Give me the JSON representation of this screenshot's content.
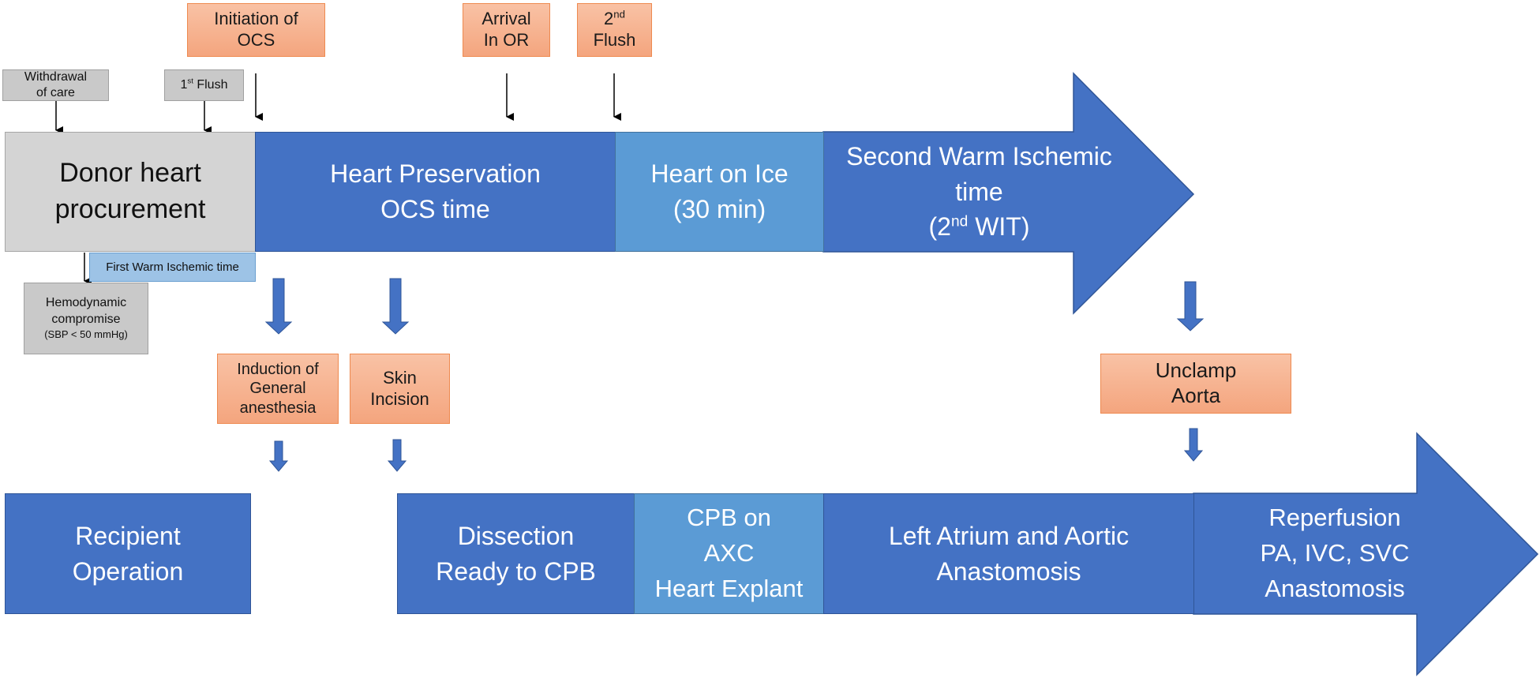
{
  "events_top": {
    "initiation_ocs": [
      "Initiation of",
      "OCS"
    ],
    "arrival_or": [
      "Arrival",
      "In OR"
    ],
    "second_flush": {
      "num": "2",
      "sup": "nd",
      "label": "Flush"
    },
    "withdrawal": [
      "Withdrawal",
      "of care"
    ],
    "first_flush": {
      "num": "1",
      "sup": "st",
      "label": " Flush"
    }
  },
  "donor_timeline": {
    "donor": [
      "Donor heart",
      "procurement"
    ],
    "preservation": [
      "Heart Preservation",
      "OCS time"
    ],
    "ice": [
      "Heart on Ice",
      "(30 min)"
    ],
    "second_wit": {
      "line1": "Second Warm Ischemic",
      "line2": "time",
      "prefix": "(2",
      "sup": "nd",
      "suffix": " WIT)"
    },
    "first_wit_label": "First Warm Ischemic time",
    "hemodynamic": {
      "line1": "Hemodynamic",
      "line2": "compromise",
      "line3": "(SBP < 50 mmHg)"
    }
  },
  "events_mid": {
    "induction": [
      "Induction of",
      "General",
      "anesthesia"
    ],
    "skin": [
      "Skin",
      "Incision"
    ],
    "unclamp": [
      "Unclamp",
      "Aorta"
    ]
  },
  "recipient_timeline": {
    "recipient": [
      "Recipient",
      "Operation"
    ],
    "dissection": [
      "Dissection",
      "Ready to CPB"
    ],
    "cpb": [
      "CPB on",
      "AXC",
      "Heart Explant"
    ],
    "left_atrium": [
      "Left Atrium and Aortic",
      "Anastomosis"
    ],
    "reperfusion": [
      "Reperfusion",
      "PA, IVC, SVC",
      "Anastomosis"
    ]
  },
  "colors": {
    "blue": "#4472c4",
    "light_blue": "#5b9bd5",
    "orange": "#f4a57e",
    "gray": "#d4d4d4"
  }
}
